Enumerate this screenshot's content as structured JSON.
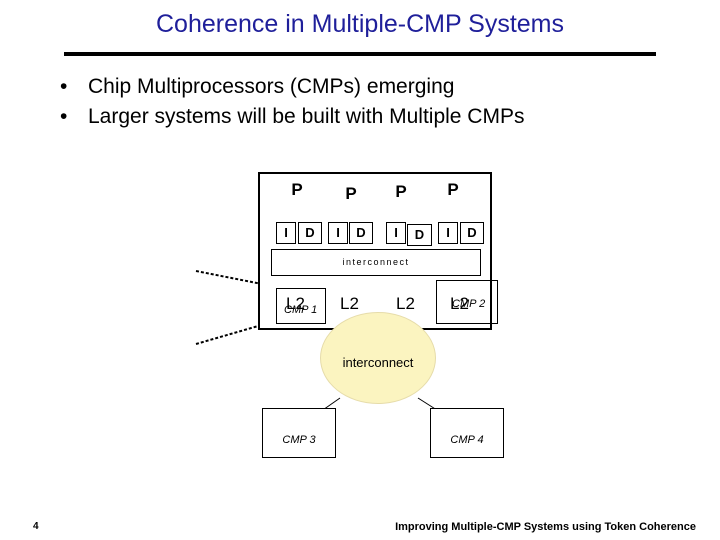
{
  "title": "Coherence in Multiple-CMP Systems",
  "bullets": [
    "Chip Multiprocessors (CMPs) emerging",
    "Larger systems will be built with Multiple CMPs"
  ],
  "bullet_symbol": "•",
  "diagram": {
    "processor_label": "P",
    "cache_i": "I",
    "cache_d": "D",
    "inner_interconnect": "interconnect",
    "l2_label": "L2",
    "cmp1": "CMP 1",
    "cmp2": "CMP 2",
    "cmp3": "CMP 3",
    "cmp4": "CMP 4",
    "outer_interconnect": "interconnect",
    "ellipse_color": "#fbf4c0"
  },
  "footer": {
    "page_number": "4",
    "text": "Improving Multiple-CMP Systems using Token Coherence"
  },
  "colors": {
    "title": "#1f1f9a"
  }
}
